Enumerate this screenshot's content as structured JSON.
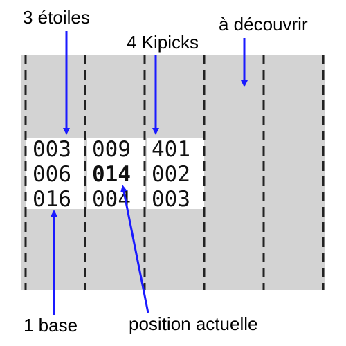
{
  "labels": {
    "stars": "3 étoiles",
    "kipicks": "4 Kipicks",
    "discover": "à découvrir",
    "base": "1 base",
    "current": "position actuelle"
  },
  "columns": [
    {
      "values": [
        "003",
        "006",
        "016"
      ]
    },
    {
      "values": [
        "009",
        "014",
        "004"
      ]
    },
    {
      "values": [
        "401",
        "002",
        "003"
      ]
    }
  ],
  "current": {
    "column": 1,
    "row": 1
  },
  "colors": {
    "arrow": "#1a1aff",
    "band": "#d3d3d3",
    "dash": "#222222"
  }
}
